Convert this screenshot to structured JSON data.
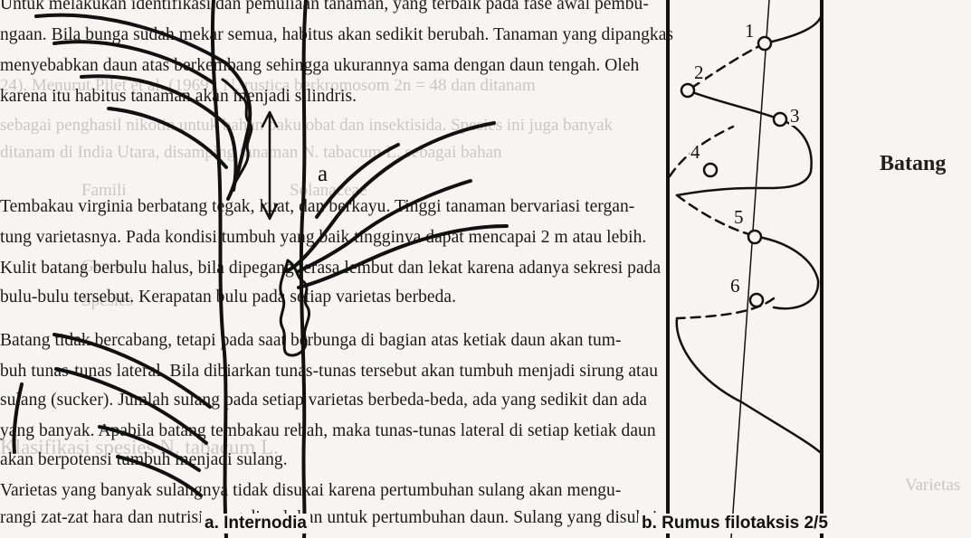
{
  "text_lines": [
    "Untuk melakukan identifikasi dan pemuliaan tanaman, yang terbaik pada fase awal pembu-",
    "ngaan. Bila bunga sudah mekar semua, habitus akan sedikit berubah. Tanaman yang dipangkas",
    "menyebabkan daun atas berkembang sehingga ukurannya sama dengan daun tengah. Oleh",
    "karena itu habitus tanaman akan menjadi silindris.",
    "",
    "",
    "Tembakau virginia berbatang tegak, kuat, dan berkayu. Tinggi tanaman bervariasi tergan-",
    "tung varietasnya. Pada kondisi tumbuh yang baik tingginya dapat mencapai 2 m atau lebih.",
    "Kulit batang berbulu halus, bila dipegang terasa lembut dan lekat karena adanya sekresi pada",
    "bulu-bulu tersebut. Kerapatan bulu pada setiap varietas berbeda.",
    "Batang tidak bercabang, tetapi pada saat berbunga di bagian atas ketiak daun akan tum-",
    "buh tunas-tunas lateral. Bila dibiarkan tunas-tunas tersebut akan tumbuh menjadi sirung atau",
    "sulang (sucker). Jumlah sulang pada setiap varietas berbeda-beda, ada yang sedikit dan ada",
    "yang banyak. Apabila batang tembakau rebah, maka tunas-tunas lateral di setiap ketiak daun",
    "akan berpotensi tumbuh menjadi sulang.",
    "Varietas yang banyak sulangnya tidak disukai karena pertumbuhan sulang akan mengu-",
    "rangi zat-zat hara dan nutrisi yang diperlukan untuk pertumbuhan daun. Sulang yang disukai"
  ],
  "heading": "Batang",
  "ghost_text": [
    "24). Menurut Pilet et al. (1969), N. rustica berkromosom 2n = 48 dan ditanam",
    "sebagai penghasil nikotin untuk bahan baku obat dan insektisida. Spesies ini juga banyak",
    "ditanam di India Utara, disamping tanaman N. tabacum L. sebagai bahan",
    "Famili",
    "Solanaceae",
    "Genus",
    "Spesies",
    "Klasifikasi spesies N. tabacum L.",
    "Varietas"
  ],
  "figure_a": {
    "label": "a",
    "caption": "a. Internodia"
  },
  "figure_b": {
    "node_labels": [
      "1",
      "2",
      "3",
      "4",
      "5",
      "6"
    ],
    "caption": "b. Rumus filotaksis 2/5"
  }
}
